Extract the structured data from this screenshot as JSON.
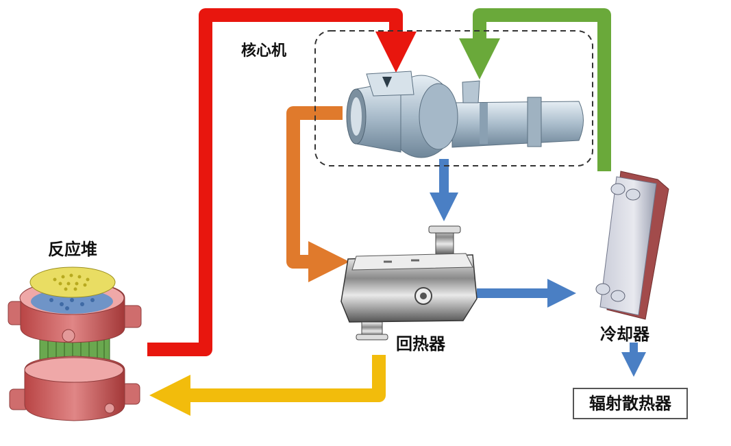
{
  "labels": {
    "core": "核心机",
    "reactor": "反应堆",
    "recuperator": "回热器",
    "cooler": "冷却器",
    "radiator": "辐射散热器"
  },
  "colors": {
    "hot_flow": "#e8160e",
    "turbine_to_recuperator": "#e07a2c",
    "cold_return": "#f2bc0c",
    "cooler_to_compressor": "#6aa93a",
    "low_temp_flow": "#4a7fc4",
    "reactor_vessel": "#d96a6a",
    "fuel_rods": "#6aa84f",
    "steel": "#b8c8d4"
  }
}
